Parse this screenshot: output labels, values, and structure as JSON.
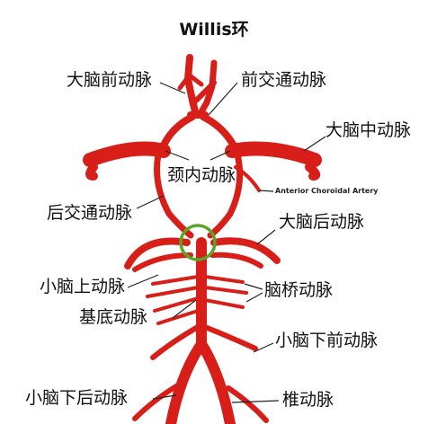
{
  "title": "Willis环",
  "colors": {
    "artery": "#d81e18",
    "highlight_circle": "#5aa527",
    "leader_line": "#222222"
  },
  "labels": {
    "acerebral_anterior": "大脑前动脉",
    "anterior_communicating": "前交通动脉",
    "middle_cerebral": "大脑中动脉",
    "internal_carotid": "颈内动脉",
    "anterior_choroidal": "Anterior Choroidal Artery",
    "posterior_communicating": "后交通动脉",
    "posterior_cerebral": "大脑后动脉",
    "superior_cerebellar": "小脑上动脉",
    "pontine": "脑桥动脉",
    "basilar": "基底动脉",
    "anterior_inferior_cerebellar": "小脑下前动脉",
    "posterior_inferior_cerebellar": "小脑下后动脉",
    "vertebral": "椎动脉"
  }
}
